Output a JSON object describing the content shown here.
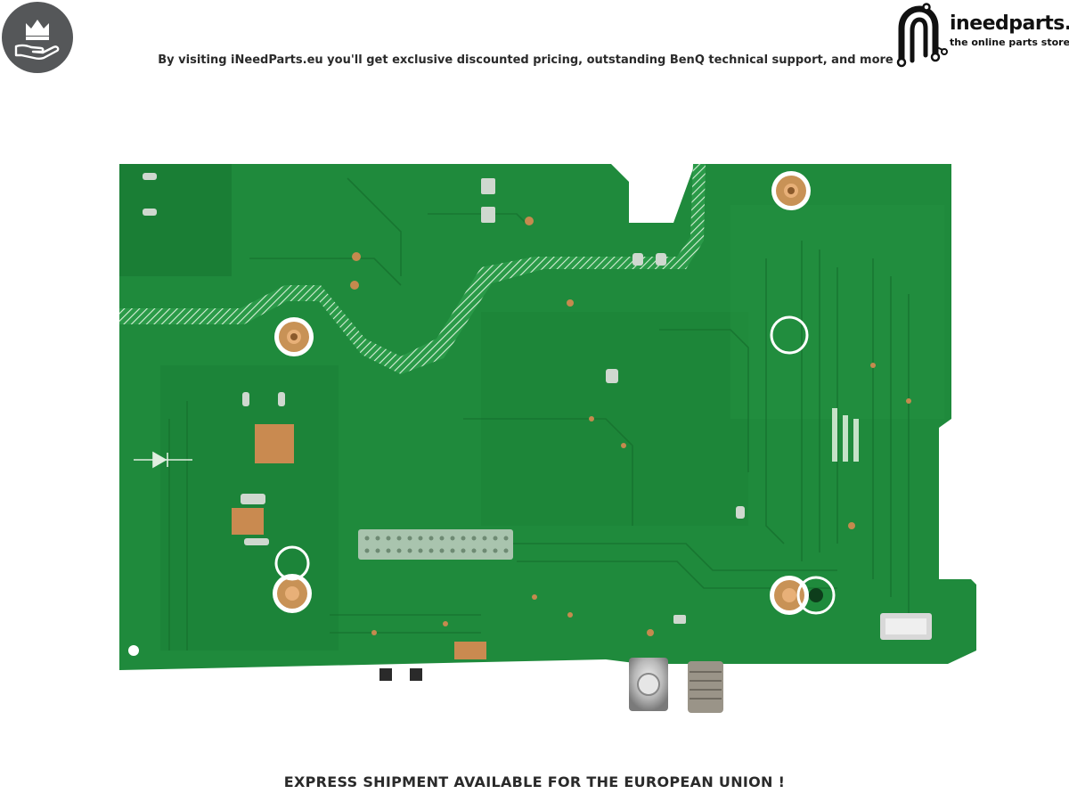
{
  "header": {
    "tagline": "By visiting iNeedParts.eu you'll get exclusive discounted pricing, outstanding BenQ technical support, and more"
  },
  "brand": {
    "name": "ineedparts.eu",
    "subtitle": "the online parts store"
  },
  "footer": {
    "shipping_note": "EXPRESS SHIPMENT AVAILABLE FOR THE EUROPEAN UNION !"
  },
  "icons": {
    "badge": "crown-hand-icon",
    "brand_mark": "circuit-n-logo-icon"
  },
  "colors": {
    "pcb_green": "#1f8a3c",
    "badge_gray": "#555759"
  }
}
